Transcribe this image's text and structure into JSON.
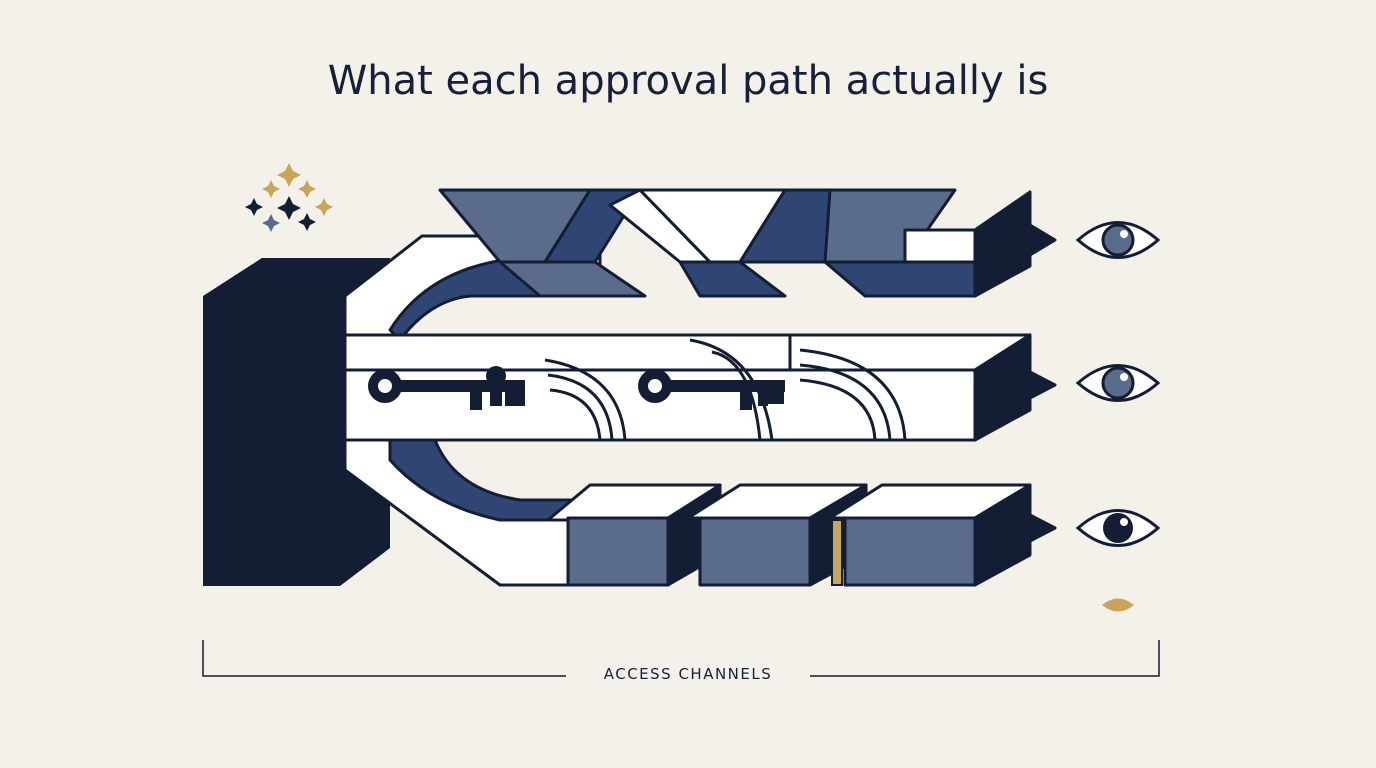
{
  "title": "What each approval path actually is",
  "footer": {
    "label": "ACCESS CHANNELS"
  },
  "channels": [
    {
      "kind": "zigzag",
      "endpoint_icon": "eye-icon"
    },
    {
      "kind": "keys",
      "endpoint_icon": "eye-icon"
    },
    {
      "kind": "blocks",
      "endpoint_icon": "eye-icon"
    }
  ],
  "colors": {
    "background": "#f3f1ea",
    "navy": "#131d33",
    "slate": "#5a6b8c",
    "deep_blue": "#2f4675",
    "gold": "#c9a55a",
    "white": "#ffffff"
  }
}
